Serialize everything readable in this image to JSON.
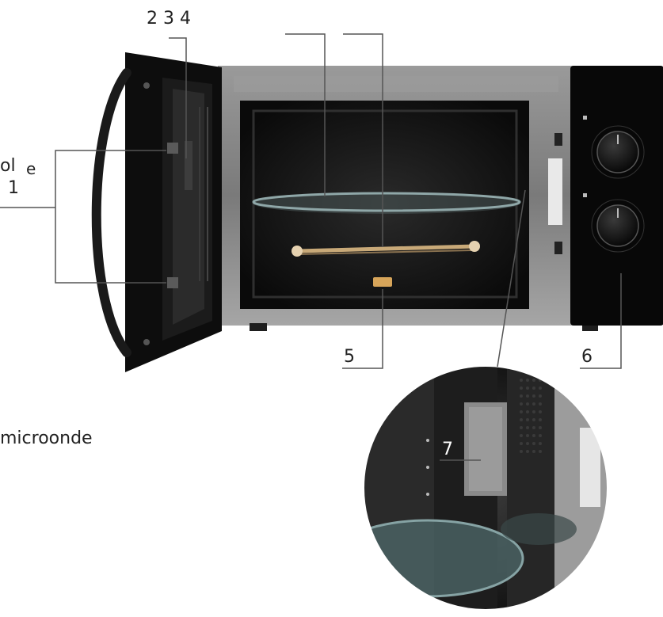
{
  "labels": {
    "top_numbers": "2 3 4",
    "left_fragment": "ol",
    "left_fragment_e": "e",
    "left_number": "1",
    "bottom_text": "microonde",
    "number_5": "5",
    "number_6": "6",
    "number_7": "7"
  },
  "colors": {
    "leader_line": "#555555",
    "oven_body": "#8e8e8e",
    "cavity": "#151515",
    "door_frame": "#0d0d0d",
    "control_panel": "#080808",
    "glass_tray": "#6f8f90",
    "roller_ring": "#c8a978"
  }
}
